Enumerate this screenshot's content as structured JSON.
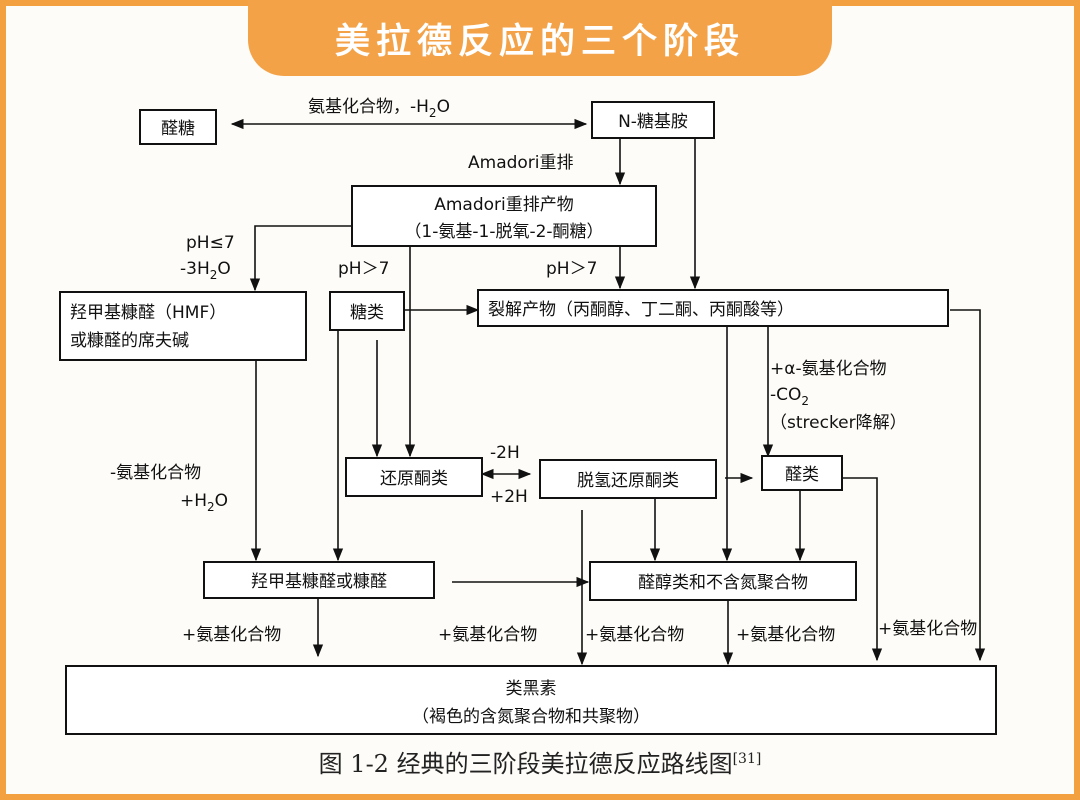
{
  "title": "美拉德反应的三个阶段",
  "nodes": {
    "aldose": "醛糖",
    "n_glycosylamine": "N-糖基胺",
    "amadori_product_1": "Amadori重排产物",
    "amadori_product_2": "（1-氨基-1-脱氧-2-酮糖）",
    "hmf_1": "羟甲基糠醛（HMF）",
    "hmf_2": "或糠醛的席夫碱",
    "sugars": "糖类",
    "fission_products": "裂解产物（丙酮醇、丁二酮、丙酮酸等）",
    "reductones": "还原酮类",
    "dehydroreductones": "脱氢还原酮类",
    "aldehydes": "醛类",
    "hmf_furfural": "羟甲基糠醛或糠醛",
    "aldols": "醛醇类和不含氮聚合物",
    "melanoidins_1": "类黑素",
    "melanoidins_2": "（褐色的含氮聚合物和共聚物）"
  },
  "labels": {
    "amino_h2o_prefix": "氨基化合物，-H",
    "amino_h2o_sub": "2",
    "amino_h2o_suffix": "O",
    "amadori_rearrangement": "Amadori重排",
    "ph_le7": "pH≤7",
    "minus_3h2o_prefix": "-3H",
    "minus_3h2o_sub": "2",
    "minus_3h2o_suffix": "O",
    "ph_gt7_a": "pH＞7",
    "ph_gt7_b": "pH＞7",
    "alpha_amino": "+α-氨基化合物",
    "co2_prefix": "-CO",
    "co2_sub": "2",
    "strecker": "（strecker降解）",
    "minus_2h": "-2H",
    "plus_2h": "+2H",
    "minus_amino": "-氨基化合物",
    "plus_h2o_prefix": "+H",
    "plus_h2o_sub": "2",
    "plus_h2o_suffix": "O",
    "plus_amino_1": "+氨基化合物",
    "plus_amino_2": "+氨基化合物",
    "plus_amino_3": "+氨基化合物",
    "plus_amino_4": "+氨基化合物",
    "plus_amino_5": "+氨基化合物"
  },
  "caption": {
    "text": "图 1-2 经典的三阶段美拉德反应路线图",
    "ref": "[31]"
  }
}
